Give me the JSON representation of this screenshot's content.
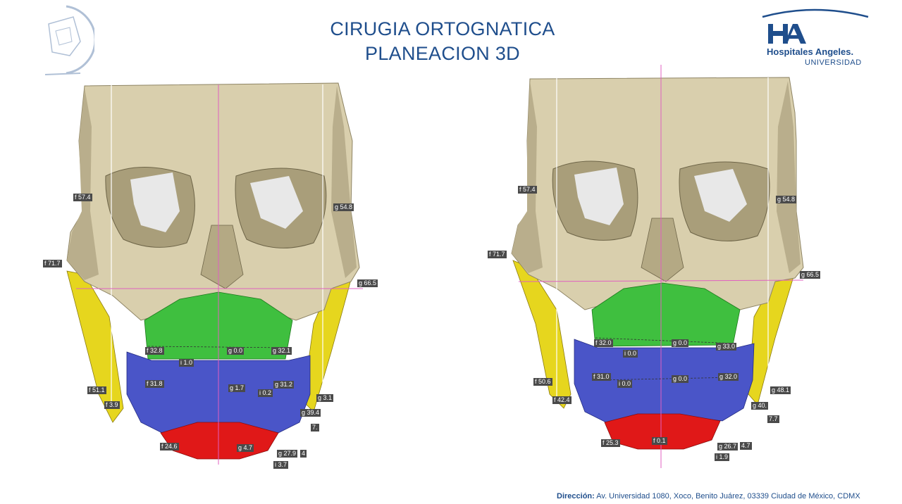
{
  "title_line1": "CIRUGIA ORTOGNATICA",
  "title_line2": "PLANEACION 3D",
  "logo": {
    "name": "Hospitales Angeles.",
    "sub": "UNIVERSIDAD",
    "brand_color": "#1f4e8c"
  },
  "footer": {
    "label": "Dirección:",
    "address": "Av. Universidad 1080, Xoco, Benito Juárez, 03339 Ciudad de México, CDMX"
  },
  "colors": {
    "skull": "#d9cfad",
    "maxilla": "#3fbf3f",
    "mandible": "#4a55c8",
    "chin": "#e01818",
    "ramus": "#e6d61e",
    "guide_line": "#e060c0"
  },
  "left_labels": [
    "f 57.4",
    "g 54.8",
    "f 71.7",
    "g 66.5",
    "f 32.8",
    "g 0.0",
    "g 32.1",
    "i 1.0",
    "f 31.8",
    "g 1.7",
    "i 0.2",
    "g 31.2",
    "f 51.1",
    "g 3.1",
    "f 3.9",
    "g 39.4",
    "7.",
    "f 24.6",
    "g 4.7",
    "g 27.9",
    "4",
    "i 3.7"
  ],
  "right_labels": [
    "f 57.4",
    "g 54.8",
    "f 71.7",
    "g 66.5",
    "f 32.0",
    "g 0.0",
    "g 33.0",
    "i 0.0",
    "f 31.0",
    "i 0.0",
    "g 0.0",
    "g 32.0",
    "f 50.6",
    "g 48.1",
    "f 42.4",
    "g 40.",
    "7.7",
    "f 25.3",
    "f 0.1",
    "g 26.7",
    "4.7",
    "i 1.9"
  ]
}
